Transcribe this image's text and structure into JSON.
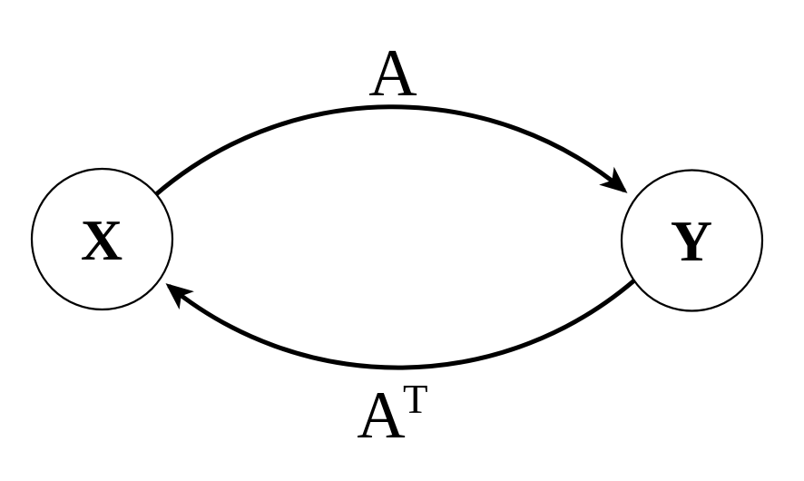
{
  "diagram": {
    "background_color": "#ffffff",
    "stroke_color": "#000000",
    "node_fill_color": "#ffffff",
    "nodes": [
      {
        "id": "X",
        "label": "X"
      },
      {
        "id": "Y",
        "label": "Y"
      }
    ],
    "edges": [
      {
        "from": "X",
        "to": "Y",
        "label": "A",
        "position": "top-arc",
        "arrowhead": "stealth"
      },
      {
        "from": "Y",
        "to": "X",
        "label_base": "A",
        "label_sup": "T",
        "position": "bottom-arc",
        "arrowhead": "stealth"
      }
    ]
  }
}
